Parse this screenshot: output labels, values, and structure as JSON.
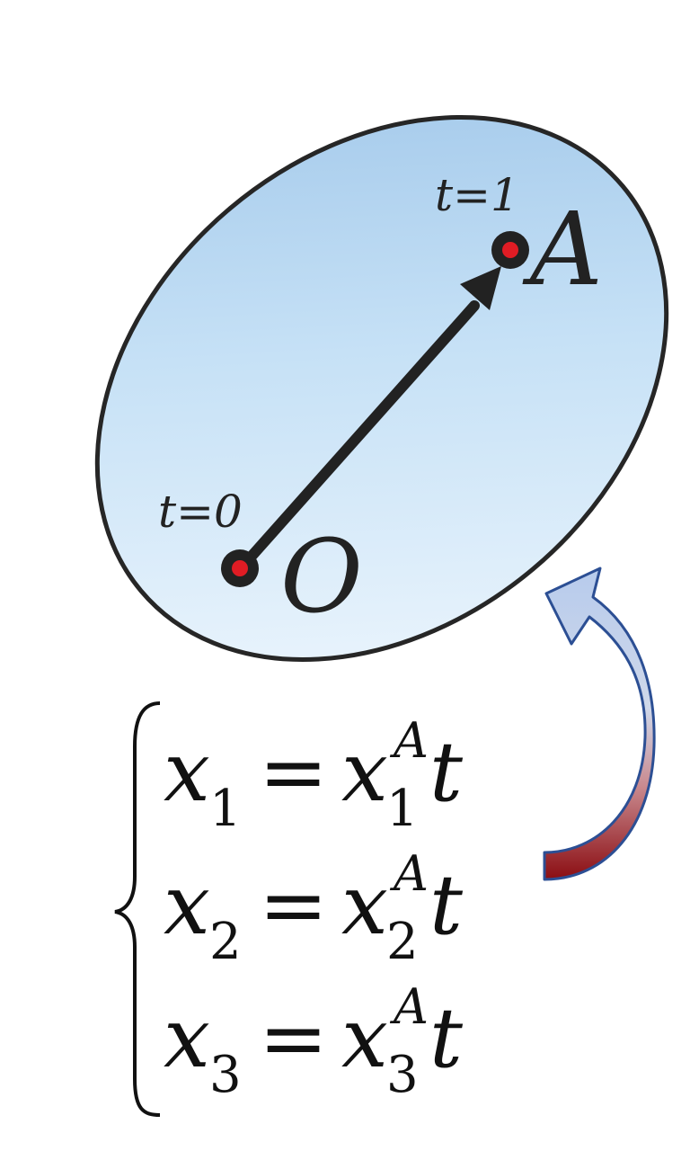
{
  "diagram": {
    "colors": {
      "region_light": "#f3f9fe",
      "region_dark": "#9cc4e8",
      "outline": "#262626",
      "point": "#e01c24",
      "arrow_head_light": "#b7cbec",
      "arrow_tail_dark": "#8b0d12",
      "arrow_outline": "#2c4f94"
    },
    "labels": {
      "start_param": "t=0",
      "end_param": "t=1",
      "origin": "O",
      "endpoint": "A"
    },
    "equations": [
      {
        "var": "x",
        "sub": "1",
        "eq": "=",
        "rhs_var": "x",
        "rhs_sub": "1",
        "rhs_sup": "A",
        "param": "t"
      },
      {
        "var": "x",
        "sub": "2",
        "eq": "=",
        "rhs_var": "x",
        "rhs_sub": "2",
        "rhs_sup": "A",
        "param": "t"
      },
      {
        "var": "x",
        "sub": "3",
        "eq": "=",
        "rhs_var": "x",
        "rhs_sub": "3",
        "rhs_sup": "A",
        "param": "t"
      }
    ]
  }
}
